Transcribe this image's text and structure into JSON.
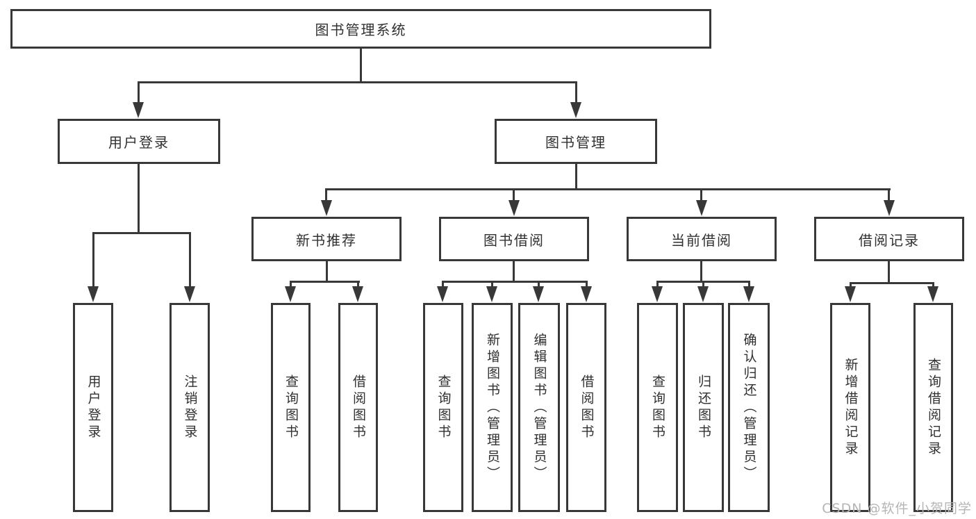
{
  "tree": {
    "root": {
      "label": "图书管理系统"
    },
    "branches": [
      {
        "label": "用户登录",
        "children": [
          {
            "label": "用户登录"
          },
          {
            "label": "注销登录"
          }
        ]
      },
      {
        "label": "图书管理",
        "children": [
          {
            "label": "新书推荐",
            "children": [
              {
                "label": "查询图书"
              },
              {
                "label": "借阅图书"
              }
            ]
          },
          {
            "label": "图书借阅",
            "children": [
              {
                "label": "查询图书"
              },
              {
                "label": "新增图书（管理员）"
              },
              {
                "label": "编辑图书（管理员）"
              },
              {
                "label": "借阅图书"
              }
            ]
          },
          {
            "label": "当前借阅",
            "children": [
              {
                "label": "查询图书"
              },
              {
                "label": "归还图书"
              },
              {
                "label": "确认归还（管理员）"
              }
            ]
          },
          {
            "label": "借阅记录",
            "children": [
              {
                "label": "新增借阅记录"
              },
              {
                "label": "查询借阅记录"
              }
            ]
          }
        ]
      }
    ]
  },
  "watermark": {
    "text": "CSDN @软件_小贺同学"
  },
  "colors": {
    "line": "#383838",
    "text": "#303030",
    "watermark": "#b5b5b5",
    "background": "#ffffff"
  }
}
